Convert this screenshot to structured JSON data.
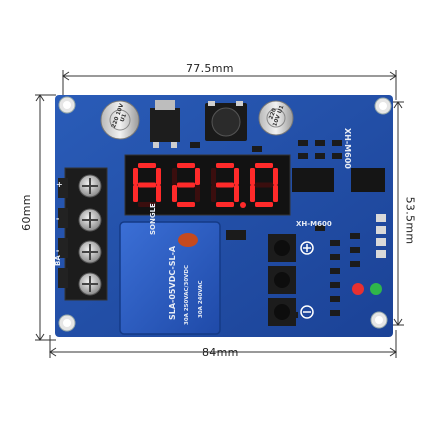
{
  "dimensions": {
    "top": "77.5mm",
    "bottom": "84mm",
    "left": "60mm",
    "right": "53.5mm"
  },
  "display": {
    "digits": [
      "A",
      "2",
      "3",
      "0"
    ],
    "color": "#ff2a2a",
    "decimal_after_index": 2
  },
  "board": {
    "model_top": "XH-M600",
    "model_mid": "XH-M600",
    "color": "#1f4fa6"
  },
  "relay": {
    "brand": "SONGLE",
    "model": "SLA-05VDC-SL-A",
    "rating_1": "30A 250VAC/30VDC",
    "rating_2": "30A 240VAC"
  },
  "capacitors": [
    {
      "label": "220 10V U1"
    },
    {
      "label": "220 10V U1"
    }
  ],
  "terminal_labels": [
    "+",
    "-",
    "-",
    "BA"
  ],
  "leds": [
    {
      "color": "#e83030"
    },
    {
      "color": "#2fb64a"
    }
  ]
}
